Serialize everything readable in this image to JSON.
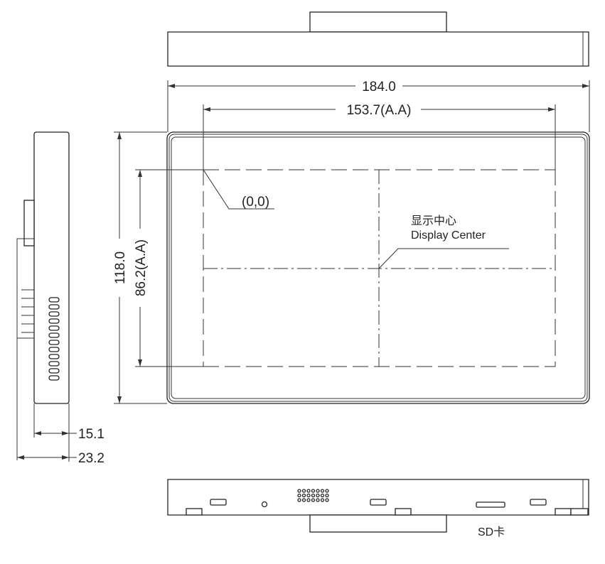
{
  "dimensions": {
    "overall_width": "184.0",
    "active_area_width": "153.7(A.A)",
    "overall_height": "118.0",
    "active_area_height": "86.2(A.A)",
    "depth_body": "15.1",
    "depth_total": "23.2"
  },
  "labels": {
    "origin": "(0,0)",
    "display_center_cn": "显示中心",
    "display_center_en": "Display Center",
    "sd_card": "SD卡"
  }
}
